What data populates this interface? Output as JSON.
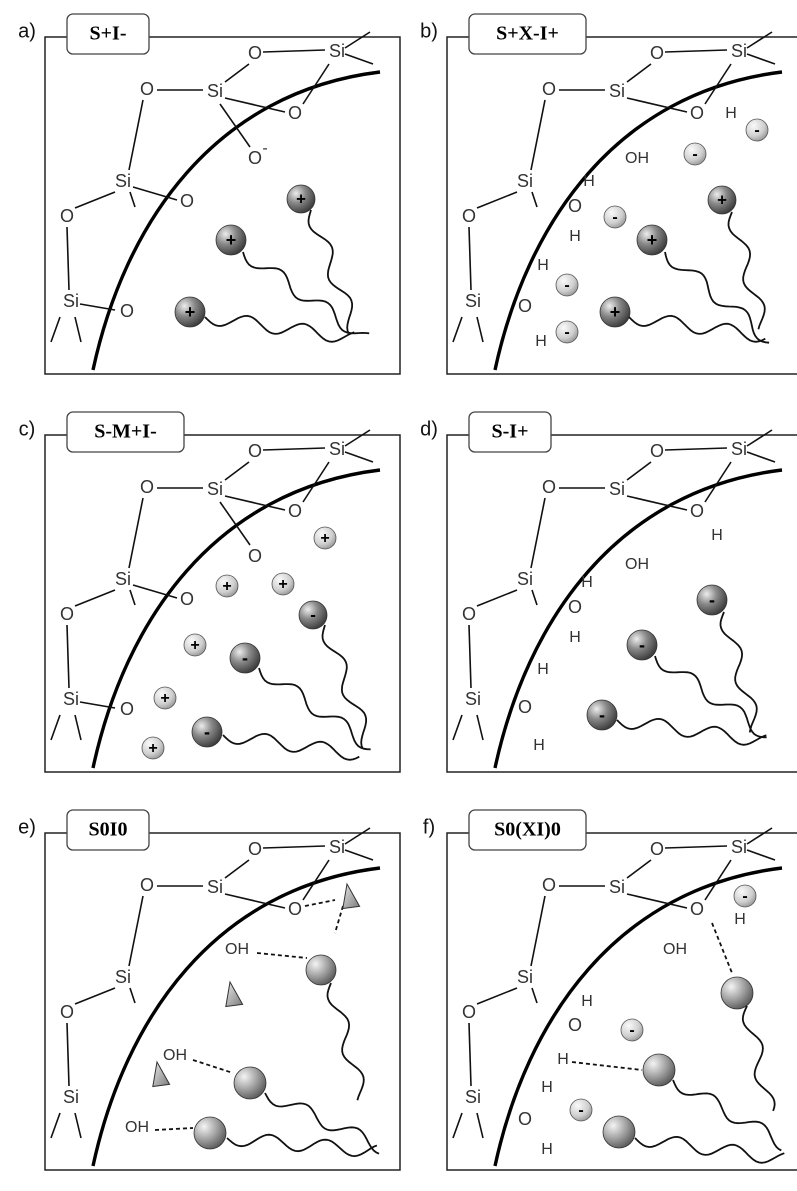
{
  "figure": {
    "panels": [
      {
        "letter": "a)",
        "title": "S+I-",
        "bonds": [],
        "ions": [
          {
            "sign": "+"
          },
          {
            "sign": "+"
          },
          {
            "sign": "+"
          }
        ]
      },
      {
        "letter": "b)",
        "title": "S+X-I+",
        "bonds": [],
        "ions": [
          {
            "sign": "+"
          },
          {
            "sign": "+"
          },
          {
            "sign": "+"
          },
          {
            "sign": "-"
          },
          {
            "sign": "-"
          },
          {
            "sign": "-"
          },
          {
            "sign": "-"
          },
          {
            "sign": "-"
          }
        ]
      },
      {
        "letter": "c)",
        "title": "S-M+I-",
        "bonds": [],
        "ions": [
          {
            "sign": "-"
          },
          {
            "sign": "-"
          },
          {
            "sign": "-"
          },
          {
            "sign": "+"
          },
          {
            "sign": "+"
          },
          {
            "sign": "+"
          },
          {
            "sign": "+"
          },
          {
            "sign": "+"
          },
          {
            "sign": "+"
          }
        ]
      },
      {
        "letter": "d)",
        "title": "S-I+",
        "bonds": [],
        "ions": [
          {
            "sign": "-"
          },
          {
            "sign": "-"
          },
          {
            "sign": "-"
          }
        ]
      },
      {
        "letter": "e)",
        "title": "S0I0",
        "bonds": [
          "hydrogen-bond",
          "hydrogen-bond",
          "hydrogen-bond",
          "hydrogen-bond",
          "hydrogen-bond"
        ],
        "ions": []
      },
      {
        "letter": "f)",
        "title": "S0(XI)0",
        "bonds": [
          "hydrogen-bond",
          "hydrogen-bond"
        ],
        "ions": [
          {
            "sign": "-"
          },
          {
            "sign": "-"
          },
          {
            "sign": "-"
          }
        ]
      }
    ],
    "atom_labels": {
      "silicon": "Si",
      "oxygen": "O",
      "hydrogen": "H",
      "hydroxyl": "OH"
    },
    "charge_glyphs": {
      "plus": "+",
      "minus": "-"
    },
    "colors": {
      "line": "#000000",
      "frame": "#222222",
      "text": "#333333",
      "surfactant_head": "#6a6a6a",
      "neutral_head": "#9a9a9a",
      "small_ion": "#c8c8c8"
    }
  }
}
